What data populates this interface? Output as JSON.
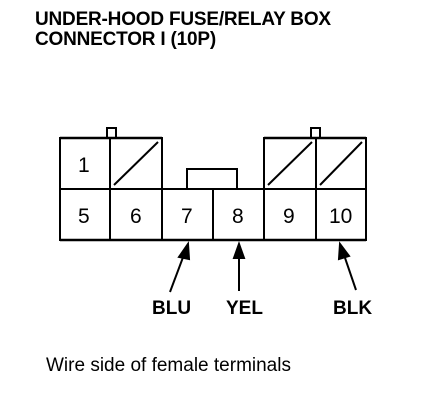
{
  "title": {
    "line1": "UNDER-HOOD FUSE/RELAY BOX",
    "line2": "CONNECTOR I (10P)"
  },
  "caption": "Wire side of female terminals",
  "connector": {
    "top_row": [
      "1",
      "",
      "",
      "",
      ""
    ],
    "bottom_row": [
      "5",
      "6",
      "7",
      "8",
      "9",
      "10"
    ]
  },
  "wires": [
    {
      "pin": "7",
      "color": "BLU"
    },
    {
      "pin": "8",
      "color": "YEL"
    },
    {
      "pin": "10",
      "color": "BLK"
    }
  ]
}
